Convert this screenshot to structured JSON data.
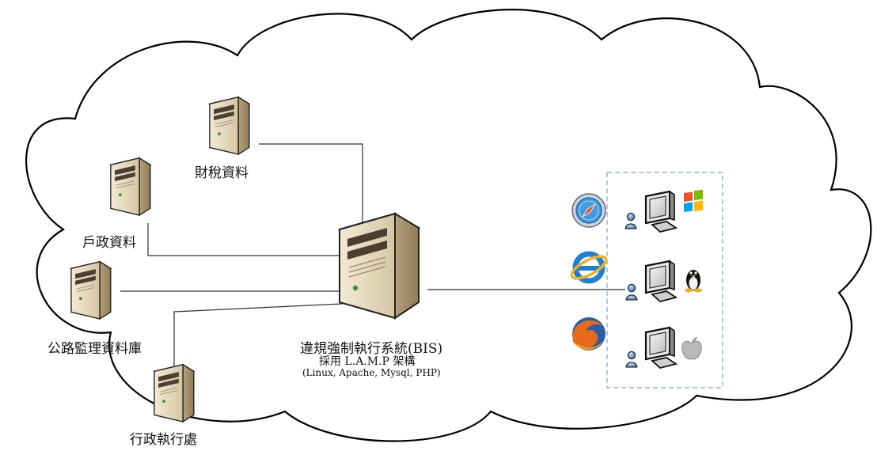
{
  "nodes": {
    "tax": {
      "label": "財稅資料",
      "icon": "server-icon"
    },
    "household": {
      "label": "戶政資料",
      "icon": "server-icon"
    },
    "highway": {
      "label": "公路監理資料庫",
      "icon": "server-icon"
    },
    "admin": {
      "label": "行政執行處",
      "icon": "server-icon"
    },
    "main": {
      "label": "違規強制執行系統(BIS)",
      "sub_label": "採用 L.A.M.P 架構",
      "tech_label": "(Linux, Apache, Mysql, PHP)",
      "icon": "main-server-icon"
    }
  },
  "clients": [
    {
      "browser_icon": "safari-icon",
      "user_icon": "user-icon",
      "monitor_icon": "monitor-icon",
      "os_icon": "windows-logo-icon"
    },
    {
      "browser_icon": "internet-explorer-icon",
      "user_icon": "user-icon",
      "monitor_icon": "monitor-icon",
      "os_icon": "linux-tux-icon"
    },
    {
      "browser_icon": "firefox-icon",
      "user_icon": "user-icon",
      "monitor_icon": "monitor-icon",
      "os_icon": "apple-logo-icon"
    }
  ],
  "colors": {
    "line": "#333333",
    "cloud_stroke": "#000000",
    "server_body": "#e8dcc2",
    "server_dark": "#8c7b5e",
    "group_border": "#8fb3cc"
  }
}
